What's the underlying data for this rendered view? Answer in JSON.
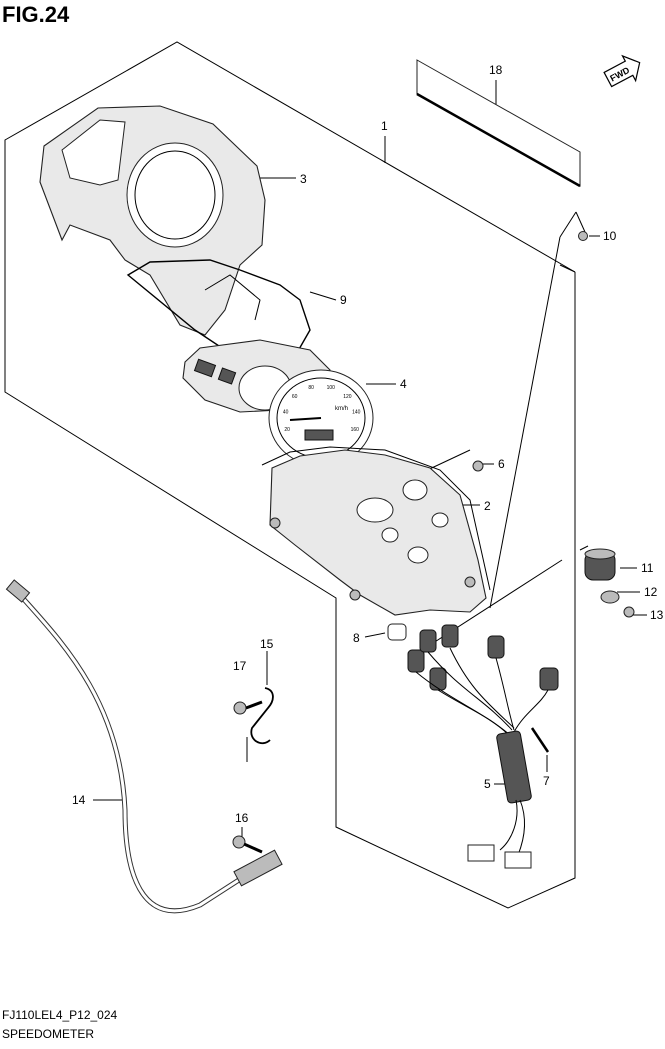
{
  "figure": {
    "title": "FIG.24",
    "code": "FJ110LEL4_P12_024",
    "name": "SPEEDOMETER"
  },
  "fwd_badge": "FWD",
  "gauge": {
    "unit": "km/h",
    "ticks": [
      "20",
      "40",
      "60",
      "80",
      "100",
      "120",
      "140",
      "160"
    ]
  },
  "callouts": [
    {
      "id": "c1",
      "label": "1"
    },
    {
      "id": "c2",
      "label": "2"
    },
    {
      "id": "c3",
      "label": "3"
    },
    {
      "id": "c4",
      "label": "4"
    },
    {
      "id": "c5",
      "label": "5"
    },
    {
      "id": "c6",
      "label": "6"
    },
    {
      "id": "c7",
      "label": "7"
    },
    {
      "id": "c8",
      "label": "8"
    },
    {
      "id": "c9",
      "label": "9"
    },
    {
      "id": "c10",
      "label": "10"
    },
    {
      "id": "c11",
      "label": "11"
    },
    {
      "id": "c12",
      "label": "12"
    },
    {
      "id": "c13",
      "label": "13"
    },
    {
      "id": "c14",
      "label": "14"
    },
    {
      "id": "c15",
      "label": "15"
    },
    {
      "id": "c16",
      "label": "16"
    },
    {
      "id": "c17",
      "label": "17"
    },
    {
      "id": "c18",
      "label": "18"
    }
  ]
}
